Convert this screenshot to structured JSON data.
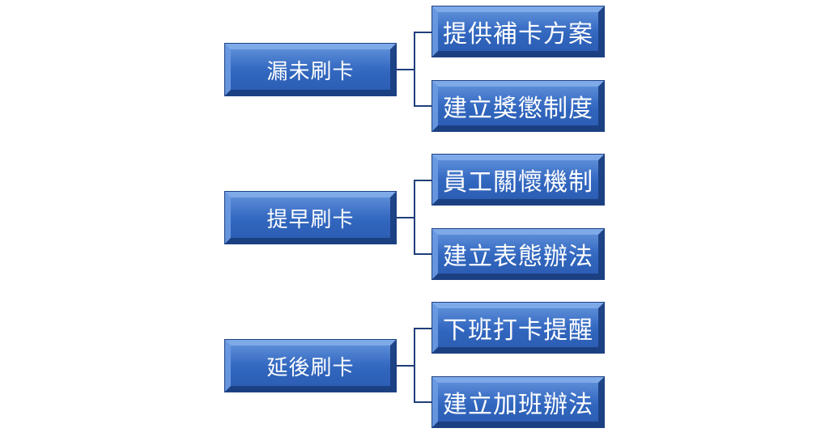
{
  "groups": [
    {
      "parent": "漏未刷卡",
      "children": [
        "提供補卡方案",
        "建立獎懲制度"
      ]
    },
    {
      "parent": "提早刷卡",
      "children": [
        "員工關懷機制",
        "建立表態辦法"
      ]
    },
    {
      "parent": "延後刷卡",
      "children": [
        "下班打卡提醒",
        "建立加班辦法"
      ]
    }
  ],
  "colors": {
    "box_fill": "#3369c2",
    "box_border": "#1e4184",
    "connector": "#1f3f7a",
    "text": "#ffffff"
  }
}
